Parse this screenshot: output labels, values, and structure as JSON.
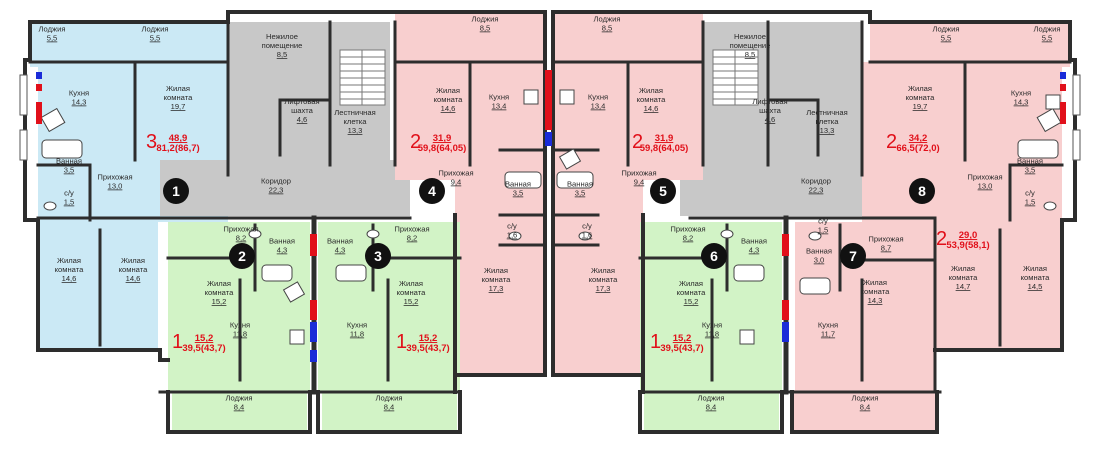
{
  "colors": {
    "blue": "#cbe9f5",
    "pink": "#f8cfcf",
    "green": "#d2f3c6",
    "grey": "#c8c8c8",
    "wall": "#2d2d2d",
    "red_label": "#e1101a",
    "badge": "#111111"
  },
  "icons": [
    "stairs-icon",
    "bathtub-icon",
    "toilet-icon",
    "sink-icon",
    "stove-icon",
    "window-icon"
  ],
  "rooms": [
    {
      "name": "Лоджия",
      "area": "5,5"
    },
    {
      "name": "Лоджия",
      "area": "5,5"
    },
    {
      "name": "Кухня",
      "area": "14,3"
    },
    {
      "name": "Жилая комната",
      "area": "19,7"
    },
    {
      "name": "Ванная",
      "area": "3,5"
    },
    {
      "name": "с/у",
      "area": "1,5"
    },
    {
      "name": "Прихожая",
      "area": "13,0"
    },
    {
      "name": "Жилая комната",
      "area": "14,6"
    },
    {
      "name": "Жилая комната",
      "area": "14,6"
    },
    {
      "name": "Нежилое помещение",
      "area": "8,5"
    },
    {
      "name": "Лифтовая шахта",
      "area": "4,6"
    },
    {
      "name": "Лестничная клетка",
      "area": "13,3"
    },
    {
      "name": "Коридор",
      "area": "22,3"
    },
    {
      "name": "Прихожая",
      "area": "8,2"
    },
    {
      "name": "Ванная",
      "area": "4,3"
    },
    {
      "name": "Жилая комната",
      "area": "15,2"
    },
    {
      "name": "Кухня",
      "area": "11,8"
    },
    {
      "name": "Лоджия",
      "area": "8,4"
    },
    {
      "name": "Ванная",
      "area": "4,3"
    },
    {
      "name": "Прихожая",
      "area": "8,2"
    },
    {
      "name": "Кухня",
      "area": "11,8"
    },
    {
      "name": "Жилая комната",
      "area": "15,2"
    },
    {
      "name": "Лоджия",
      "area": "8,4"
    },
    {
      "name": "Лоджия",
      "area": "8,5"
    },
    {
      "name": "Жилая комната",
      "area": "14,6"
    },
    {
      "name": "Кухня",
      "area": "13,4"
    },
    {
      "name": "Прихожая",
      "area": "9,4"
    },
    {
      "name": "Ванная",
      "area": "3,5"
    },
    {
      "name": "с/у",
      "area": "1,6"
    },
    {
      "name": "Жилая комната",
      "area": "17,3"
    },
    {
      "name": "Лоджия",
      "area": "8,5"
    },
    {
      "name": "Кухня",
      "area": "13,4"
    },
    {
      "name": "Жилая комната",
      "area": "14,6"
    },
    {
      "name": "Ванная",
      "area": "3,5"
    },
    {
      "name": "с/у",
      "area": "1,6"
    },
    {
      "name": "Прихожая",
      "area": "9,4"
    },
    {
      "name": "Жилая комната",
      "area": "17,3"
    },
    {
      "name": "Нежилое помещение",
      "area": "8,5"
    },
    {
      "name": "Лифтовая шахта",
      "area": "4,6"
    },
    {
      "name": "Лестничная клетка",
      "area": "13,3"
    },
    {
      "name": "Коридор",
      "area": "22,3"
    },
    {
      "name": "Прихожая",
      "area": "8,2"
    },
    {
      "name": "Ванная",
      "area": "4,3"
    },
    {
      "name": "Жилая комната",
      "area": "15,2"
    },
    {
      "name": "Кухня",
      "area": "11,8"
    },
    {
      "name": "Лоджия",
      "area": "8,4"
    },
    {
      "name": "с/у",
      "area": "1,5"
    },
    {
      "name": "Ванная",
      "area": "3,0"
    },
    {
      "name": "Прихожая",
      "area": "8,7"
    },
    {
      "name": "Кухня",
      "area": "11,7"
    },
    {
      "name": "Жилая комната",
      "area": "14,3"
    },
    {
      "name": "Жилая комната",
      "area": "14,7"
    },
    {
      "name": "Жилая комната",
      "area": "14,5"
    },
    {
      "name": "Лоджия",
      "area": "8,4"
    },
    {
      "name": "Лоджия",
      "area": "5,5"
    },
    {
      "name": "Лоджия",
      "area": "5,5"
    },
    {
      "name": "Жилая комната",
      "area": "19,7"
    },
    {
      "name": "Кухня",
      "area": "14,3"
    },
    {
      "name": "Ванная",
      "area": "3,5"
    },
    {
      "name": "с/у",
      "area": "1,5"
    },
    {
      "name": "Прихожая",
      "area": "13,0"
    }
  ],
  "apartments": [
    {
      "rooms": "3",
      "living": "48,9",
      "total": "81,2(86,7)"
    },
    {
      "rooms": "1",
      "living": "15,2",
      "total": "39,5(43,7)"
    },
    {
      "rooms": "1",
      "living": "15,2",
      "total": "39,5(43,7)"
    },
    {
      "rooms": "2",
      "living": "31,9",
      "total": "59,8(64,05)"
    },
    {
      "rooms": "2",
      "living": "31,9",
      "total": "59,8(64,05)"
    },
    {
      "rooms": "1",
      "living": "15,2",
      "total": "39,5(43,7)"
    },
    {
      "rooms": "2",
      "living": "29,0",
      "total": "53,9(58,1)"
    },
    {
      "rooms": "2",
      "living": "34,2",
      "total": "66,5(72,0)"
    }
  ],
  "badges": [
    "1",
    "2",
    "3",
    "4",
    "5",
    "6",
    "7",
    "8"
  ]
}
